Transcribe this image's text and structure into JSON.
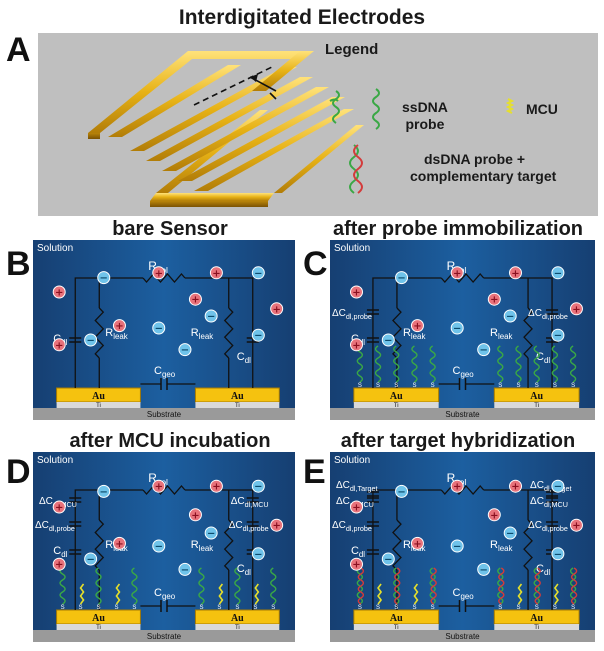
{
  "figure_title": "Interdigitated Electrodes",
  "panel_letters": [
    "A",
    "B",
    "C",
    "D",
    "E"
  ],
  "legend": {
    "title": "Legend",
    "ssdna_line1": "ssDNA",
    "ssdna_line2": "probe",
    "mcu": "MCU",
    "dsdna_line1": "dsDNA probe +",
    "dsdna_line2": "complementary target"
  },
  "panel_titles": {
    "B": "bare Sensor",
    "C": "after probe immobilization",
    "D": "after MCU incubation",
    "E": "after target hybridization"
  },
  "circuit_labels": {
    "solution": "Solution",
    "r_sol": "R",
    "r_sol_sub": "sol",
    "r_leak": "R",
    "r_leak_sub": "leak",
    "c_dl": "C",
    "c_dl_sub": "dl",
    "c_geo": "C",
    "c_geo_sub": "geo",
    "dc_probe": "ΔC",
    "dc_probe_sub": "dl,probe",
    "dc_mcu": "ΔC",
    "dc_mcu_sub": "dl,MCU",
    "dc_target": "ΔC",
    "dc_target_sub": "dl,Target",
    "electrode": "Au",
    "adhesion": "Ti",
    "substrate": "Substrate",
    "sulfur": "S"
  },
  "ions": {
    "cation": "+",
    "anion": "−"
  },
  "colors": {
    "background_top": "#1c5fa0",
    "background_edge": "#163f72",
    "gold": "#f5c20f",
    "ti": "#d9d9d9",
    "substrate": "#9a9a9a",
    "cation": "#e8727b",
    "anion": "#6fc3ea",
    "ssdna": "#3aa845",
    "mcu": "#e6e02a",
    "target": "#d43b3b"
  }
}
